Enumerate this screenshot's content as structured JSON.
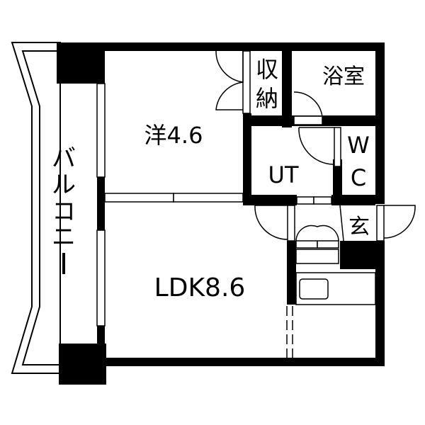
{
  "rooms": {
    "western_room": "洋4.6",
    "ldk": "LDK8.6",
    "closet_line1": "収",
    "closet_line2": "納",
    "bathroom": "浴室",
    "utility": "UT",
    "wc_line1": "W",
    "wc_line2": "C",
    "entrance": "玄",
    "balcony_chars": [
      "バ",
      "ル",
      "コ",
      "ニ",
      "ー"
    ]
  },
  "colors": {
    "wall": "#000000",
    "background": "#ffffff"
  }
}
